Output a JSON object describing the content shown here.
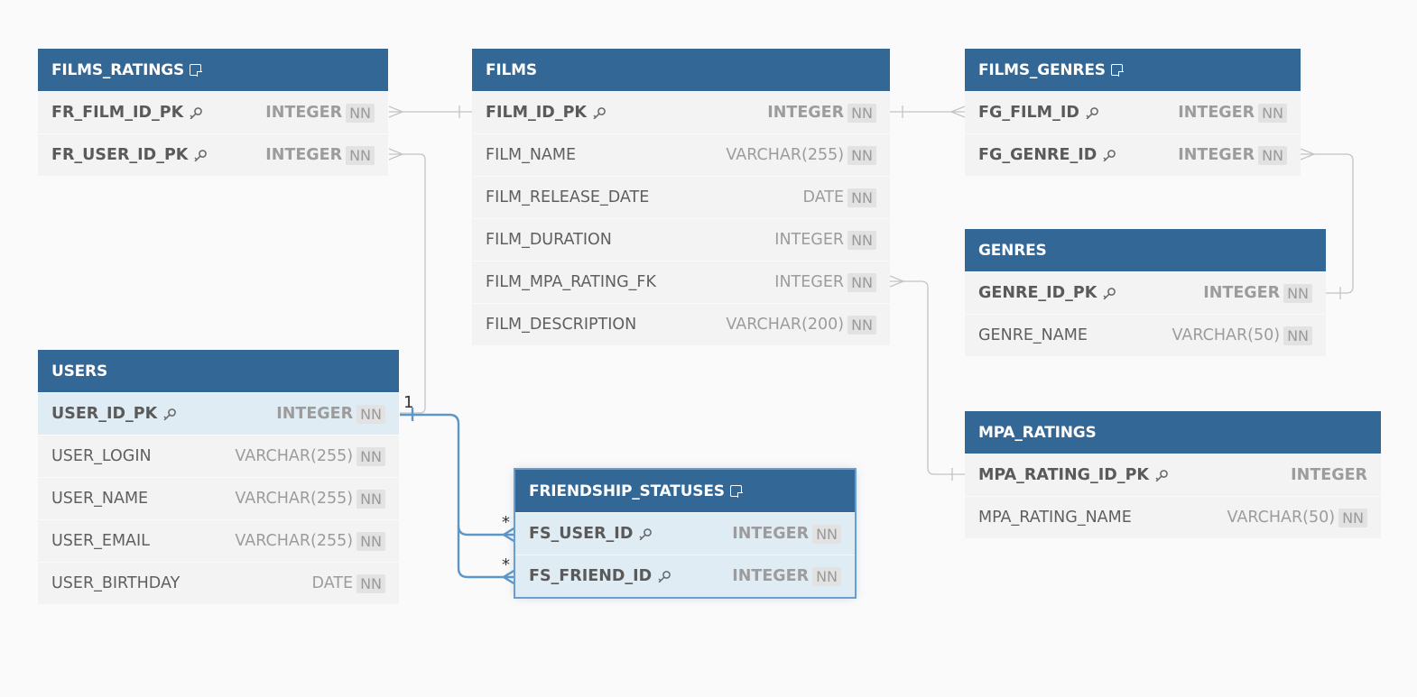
{
  "tables": {
    "films_ratings": {
      "title": "FILMS_RATINGS",
      "rows": [
        {
          "name": "FR_FILM_ID_PK",
          "type": "INTEGER",
          "nn": "NN"
        },
        {
          "name": "FR_USER_ID_PK",
          "type": "INTEGER",
          "nn": "NN"
        }
      ]
    },
    "films": {
      "title": "FILMS",
      "rows": [
        {
          "name": "FILM_ID_PK",
          "type": "INTEGER",
          "nn": "NN"
        },
        {
          "name": "FILM_NAME",
          "type": "VARCHAR(255)",
          "nn": "NN"
        },
        {
          "name": "FILM_RELEASE_DATE",
          "type": "DATE",
          "nn": "NN"
        },
        {
          "name": "FILM_DURATION",
          "type": "INTEGER",
          "nn": "NN"
        },
        {
          "name": "FILM_MPA_RATING_FK",
          "type": "INTEGER",
          "nn": "NN"
        },
        {
          "name": "FILM_DESCRIPTION",
          "type": "VARCHAR(200)",
          "nn": "NN"
        }
      ]
    },
    "films_genres": {
      "title": "FILMS_GENRES",
      "rows": [
        {
          "name": "FG_FILM_ID",
          "type": "INTEGER",
          "nn": "NN"
        },
        {
          "name": "FG_GENRE_ID",
          "type": "INTEGER",
          "nn": "NN"
        }
      ]
    },
    "genres": {
      "title": "GENRES",
      "rows": [
        {
          "name": "GENRE_ID_PK",
          "type": "INTEGER",
          "nn": "NN"
        },
        {
          "name": "GENRE_NAME",
          "type": "VARCHAR(50)",
          "nn": "NN"
        }
      ]
    },
    "users": {
      "title": "USERS",
      "rows": [
        {
          "name": "USER_ID_PK",
          "type": "INTEGER",
          "nn": "NN"
        },
        {
          "name": "USER_LOGIN",
          "type": "VARCHAR(255)",
          "nn": "NN"
        },
        {
          "name": "USER_NAME",
          "type": "VARCHAR(255)",
          "nn": "NN"
        },
        {
          "name": "USER_EMAIL",
          "type": "VARCHAR(255)",
          "nn": "NN"
        },
        {
          "name": "USER_BIRTHDAY",
          "type": "DATE",
          "nn": "NN"
        }
      ]
    },
    "friendship_statuses": {
      "title": "FRIENDSHIP_STATUSES",
      "rows": [
        {
          "name": "FS_USER_ID",
          "type": "INTEGER",
          "nn": "NN"
        },
        {
          "name": "FS_FRIEND_ID",
          "type": "INTEGER",
          "nn": "NN"
        }
      ]
    },
    "mpa_ratings": {
      "title": "MPA_RATINGS",
      "rows": [
        {
          "name": "MPA_RATING_ID_PK",
          "type": "INTEGER"
        },
        {
          "name": "MPA_RATING_NAME",
          "type": "VARCHAR(50)",
          "nn": "NN"
        }
      ]
    }
  },
  "labels": {
    "one": "1",
    "many_user": "*",
    "many_friend": "*"
  },
  "colors": {
    "header": "#336796",
    "highlight_edge": "#5b97c9",
    "edge": "#c4c4c4"
  }
}
